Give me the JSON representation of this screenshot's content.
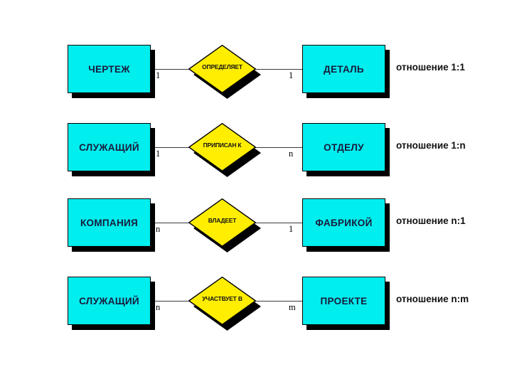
{
  "diagram": {
    "title": "ER-diagram relationship cardinality examples",
    "colors": {
      "entity_fill": "#00EEEE",
      "relationship_fill": "#FFEE00",
      "border": "#000000",
      "shadow": "#000000",
      "background": "#FFFFFF",
      "entity_text": "#1A1A3A",
      "caption_text": "#111111",
      "link_line": "#3A3A3A"
    },
    "rows": [
      {
        "left_entity": "ЧЕРТЕЖ",
        "relationship": "ОПРЕДЕЛЯЕТ",
        "right_entity": "ДЕТАЛЬ",
        "left_cardinality": "1",
        "right_cardinality": "1",
        "caption": "отношение 1:1"
      },
      {
        "left_entity": "СЛУЖАЩИЙ",
        "relationship": "ПРИПИСАН К",
        "right_entity": "ОТДЕЛУ",
        "left_cardinality": "1",
        "right_cardinality": "n",
        "caption": "отношение 1:n"
      },
      {
        "left_entity": "КОМПАНИЯ",
        "relationship": "ВЛАДЕЕТ",
        "right_entity": "ФАБРИКОЙ",
        "left_cardinality": "n",
        "right_cardinality": "1",
        "caption": "отношение n:1"
      },
      {
        "left_entity": "СЛУЖАЩИЙ",
        "relationship": "УЧАСТВУЕТ В",
        "right_entity": "ПРОЕКТЕ",
        "left_cardinality": "n",
        "right_cardinality": "m",
        "caption": "отношение n:m"
      }
    ]
  }
}
